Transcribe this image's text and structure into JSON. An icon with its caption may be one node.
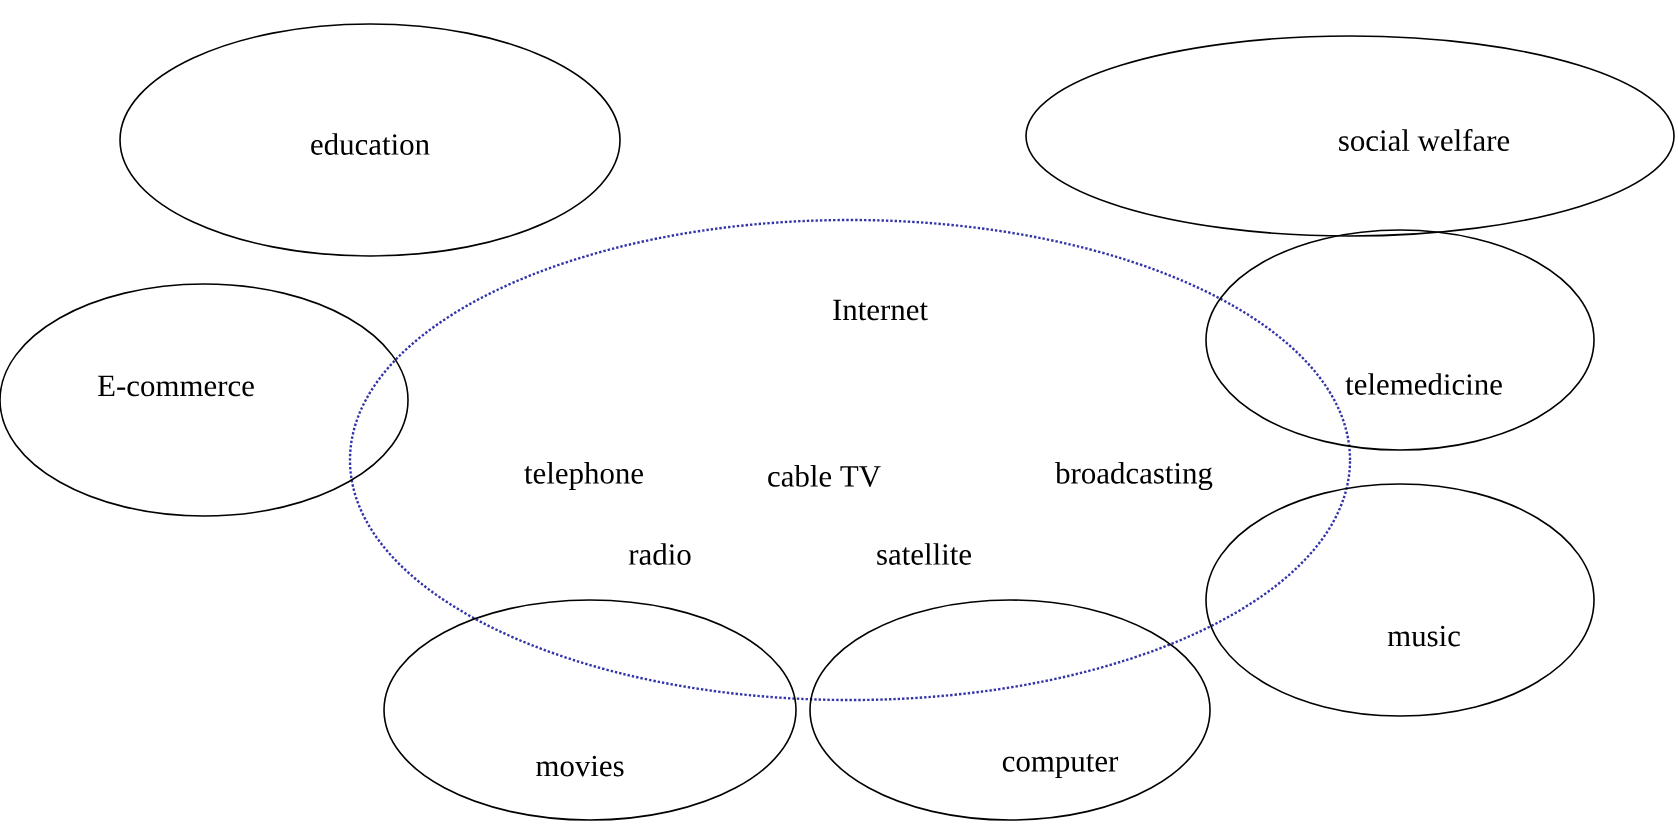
{
  "diagram": {
    "nodes": [
      {
        "text": [
          "Internet",
          "telephone",
          "cable TV",
          "broadcasting",
          "radio",
          "satellite"
        ]
      },
      {
        "text": [
          "education"
        ]
      },
      {
        "text": [
          "social welfare"
        ]
      },
      {
        "text": [
          "E-commerce"
        ]
      },
      {
        "text": [
          "telemedicine"
        ]
      },
      {
        "text": [
          "music"
        ]
      },
      {
        "text": [
          "movies"
        ]
      },
      {
        "text": [
          "computer"
        ]
      }
    ]
  }
}
